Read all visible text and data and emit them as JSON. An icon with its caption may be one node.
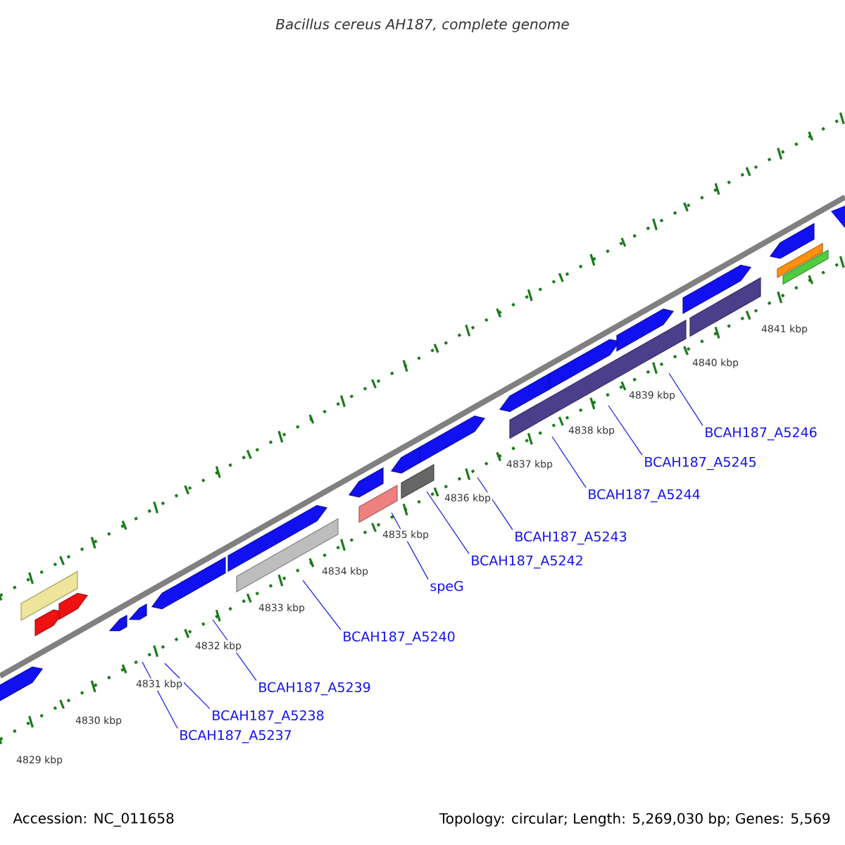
{
  "diagram": {
    "title": "Bacillus cereus AH187, complete genome",
    "nodes": [
      {
        "text": [
          "BCAH187_A5237"
        ]
      },
      {
        "text": [
          "BCAH187_A5238"
        ]
      },
      {
        "text": [
          "BCAH187_A5239"
        ]
      },
      {
        "text": [
          "BCAH187_A5240"
        ]
      },
      {
        "text": [
          "speG"
        ]
      },
      {
        "text": [
          "BCAH187_A5242"
        ]
      },
      {
        "text": [
          "BCAH187_A5243"
        ]
      },
      {
        "text": [
          "BCAH187_A5244"
        ]
      },
      {
        "text": [
          "BCAH187_A5245"
        ]
      },
      {
        "text": [
          "BCAH187_A5246"
        ]
      }
    ],
    "edges": [
      {
        "from": 0,
        "to": null,
        "arrow": "none"
      },
      {
        "from": 1,
        "to": null,
        "arrow": "none"
      },
      {
        "from": 2,
        "to": null,
        "arrow": "none"
      },
      {
        "from": 3,
        "to": null,
        "arrow": "none"
      },
      {
        "from": 4,
        "to": null,
        "arrow": "none"
      },
      {
        "from": 5,
        "to": null,
        "arrow": "none"
      },
      {
        "from": 6,
        "to": null,
        "arrow": "none"
      },
      {
        "from": 7,
        "to": null,
        "arrow": "none"
      },
      {
        "from": 8,
        "to": null,
        "arrow": "none"
      },
      {
        "from": 9,
        "to": null,
        "arrow": "none"
      }
    ],
    "labels": [
      "4841 kbp",
      "4840 kbp",
      "4839 kbp",
      "4838 kbp",
      "4837 kbp",
      "4836 kbp",
      "4835 kbp",
      "4834 kbp",
      "4833 kbp",
      "4832 kbp",
      "4831 kbp",
      "4830 kbp",
      "4829 kbp",
      "Accession: NC_011658",
      "Topology: circular; Length: 5,269,030 bp; Genes: 5,569"
    ]
  }
}
